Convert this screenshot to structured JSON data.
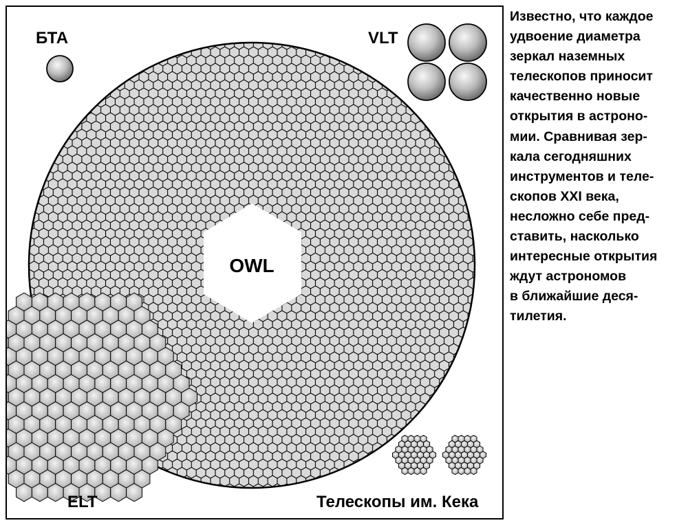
{
  "diagram": {
    "labels": {
      "bta": "БТА",
      "vlt": "VLT",
      "owl": "OWL",
      "elt": "ELT",
      "keck": "Телескопы им. Кека"
    },
    "mirror_hatch_pattern": "hexagonal-segments",
    "colors": {
      "ink": "#000000",
      "paper": "#ffffff",
      "segment_fill": "#c8c8c8",
      "segment_highlight": "#f2f2f2"
    }
  },
  "caption": {
    "lines": [
      "Известно, что каждое",
      "удвоение диаметра",
      "зеркал наземных",
      "телескопов приносит",
      "качественно новые",
      "открытия в астроно-",
      "мии. Сравнивая зер-",
      "кала сегодняшних",
      "инструментов и теле-",
      "скопов XXI века,",
      "несложно себе пред-",
      "ставить, насколько",
      "интересные открытия",
      "ждут астрономов",
      "в ближайшие деся-",
      "тилетия."
    ]
  }
}
